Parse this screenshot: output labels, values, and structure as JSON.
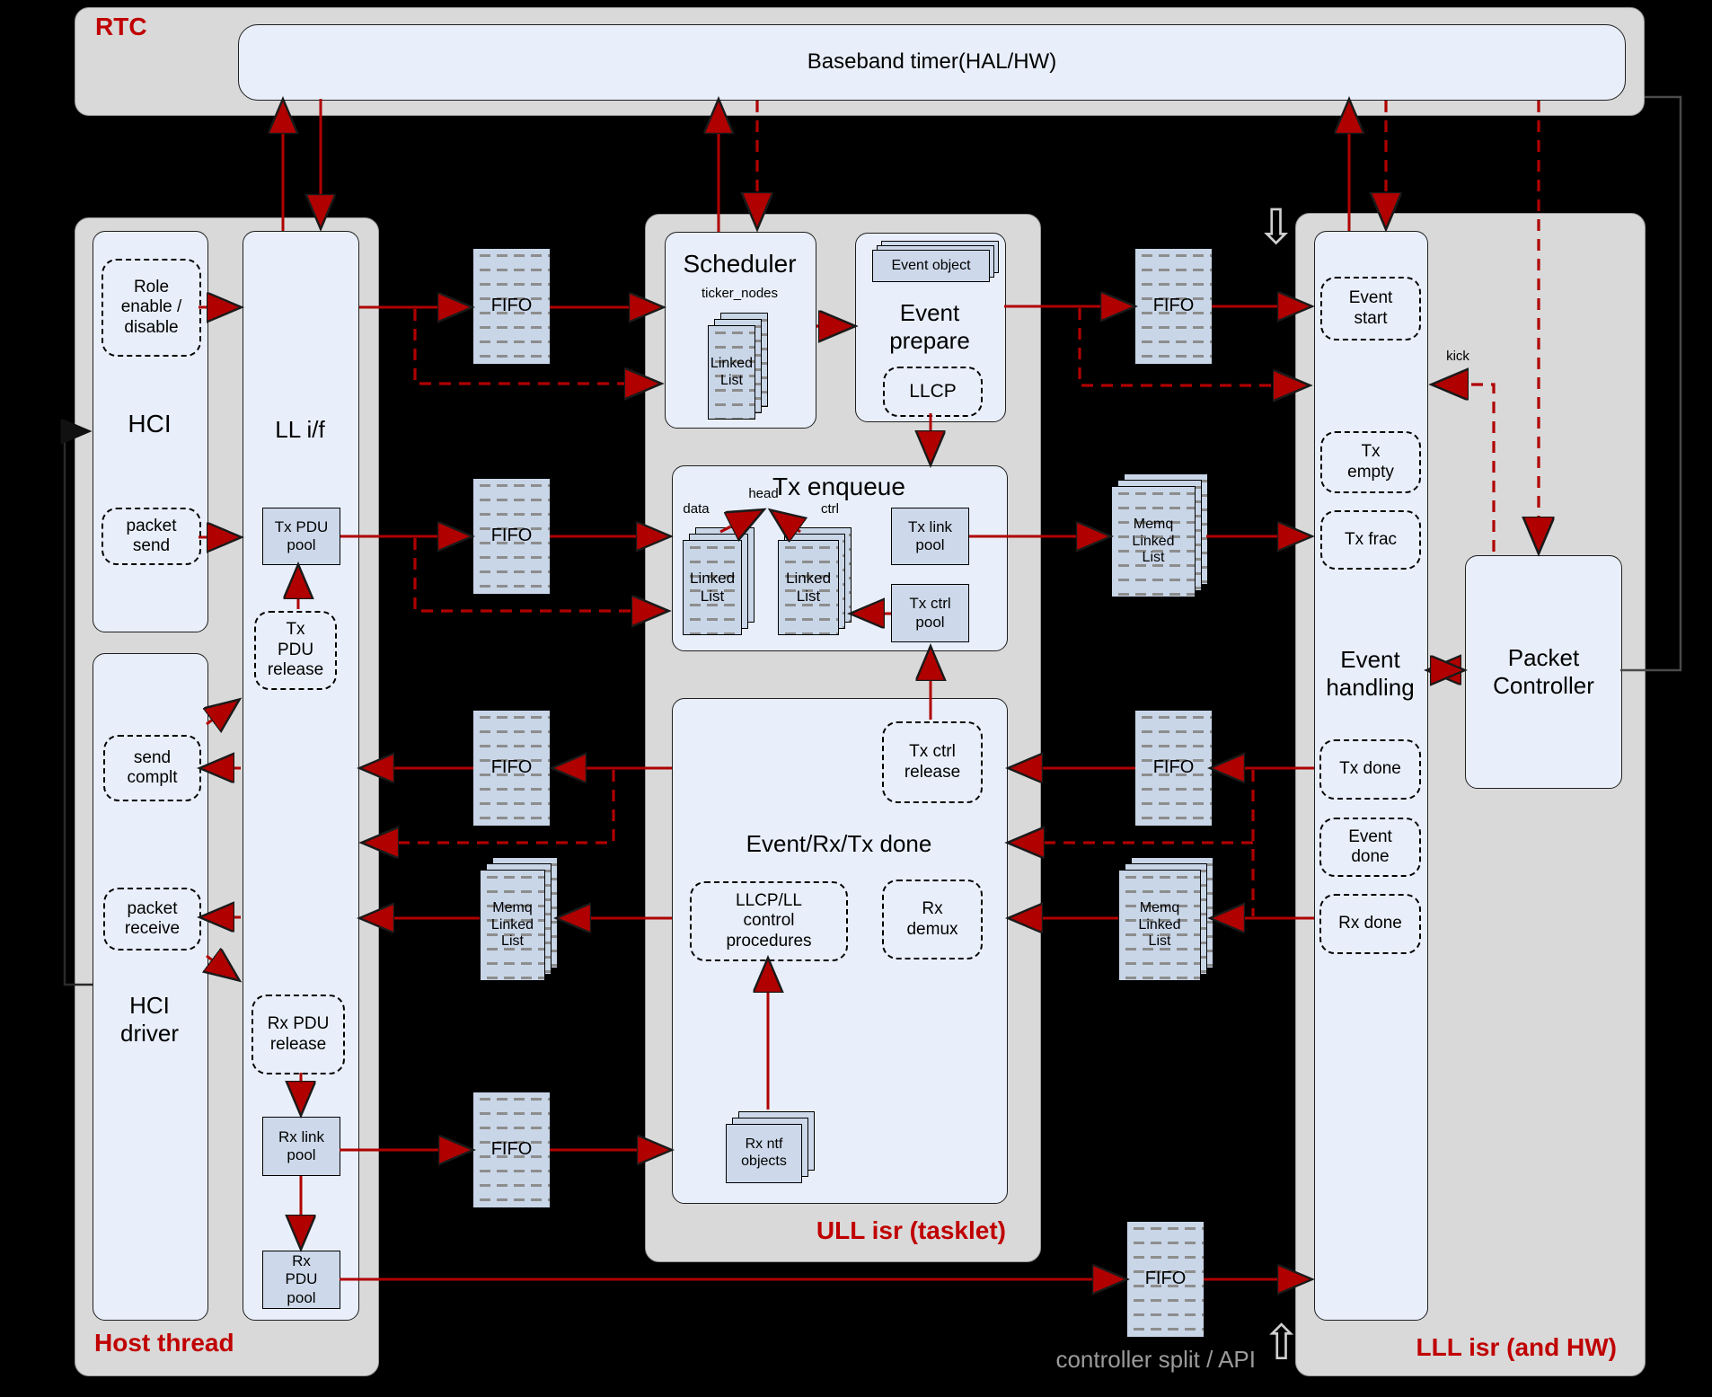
{
  "rtc": {
    "label": "RTC",
    "baseband_timer": "Baseband timer(HAL/HW)"
  },
  "host": {
    "label": "Host thread",
    "hci": {
      "title": "HCI",
      "role_enable": "Role enable / disable",
      "packet_send": "packet send"
    },
    "hci_driver": {
      "title": "HCI driver",
      "send_complt": "send complt",
      "packet_receive": "packet receive"
    },
    "ll_if": {
      "title": "LL i/f",
      "tx_pdu_pool": "Tx PDU pool",
      "tx_pdu_release": "Tx PDU release",
      "rx_pdu_release": "Rx PDU release",
      "rx_link_pool": "Rx link pool",
      "rx_pdu_pool": "Rx PDU pool"
    }
  },
  "ull": {
    "label": "ULL isr (tasklet)",
    "scheduler": {
      "title": "Scheduler",
      "ticker_nodes": "ticker_nodes",
      "linked_list": "Linked List"
    },
    "event_prepare": {
      "title": "Event prepare",
      "event_object": "Event object",
      "llcp": "LLCP"
    },
    "tx_enqueue": {
      "title": "Tx enqueue",
      "data_label": "data",
      "head_label": "head",
      "ctrl_label": "ctrl",
      "linked_list": "Linked List",
      "tx_link_pool": "Tx link pool",
      "tx_ctrl_pool": "Tx ctrl pool"
    },
    "done": {
      "title": "Event/Rx/Tx done",
      "tx_ctrl_release": "Tx ctrl release",
      "llcp_ll": "LLCP/LL control procedures",
      "rx_demux": "Rx demux",
      "rx_ntf_objects": "Rx ntf objects"
    }
  },
  "lll": {
    "label": "LLL isr (and HW)",
    "event_start": "Event start",
    "tx_empty": "Tx empty",
    "tx_frac": "Tx frac",
    "event_handling": "Event handling",
    "tx_done": "Tx done",
    "event_done": "Event done",
    "rx_done": "Rx done",
    "kick_label": "kick",
    "packet_controller": "Packet Controller"
  },
  "queues": {
    "fifo": "FIFO",
    "memq": "Memq Linked List"
  },
  "footer": {
    "controller_split": "controller split / API"
  },
  "colors": {
    "arrow_red": "#b00000",
    "label_red": "#c00000",
    "container_gray": "#d9d9d9",
    "node_fill": "#e9effa",
    "queue_fill": "#c9d6e8",
    "background": "#000000"
  }
}
